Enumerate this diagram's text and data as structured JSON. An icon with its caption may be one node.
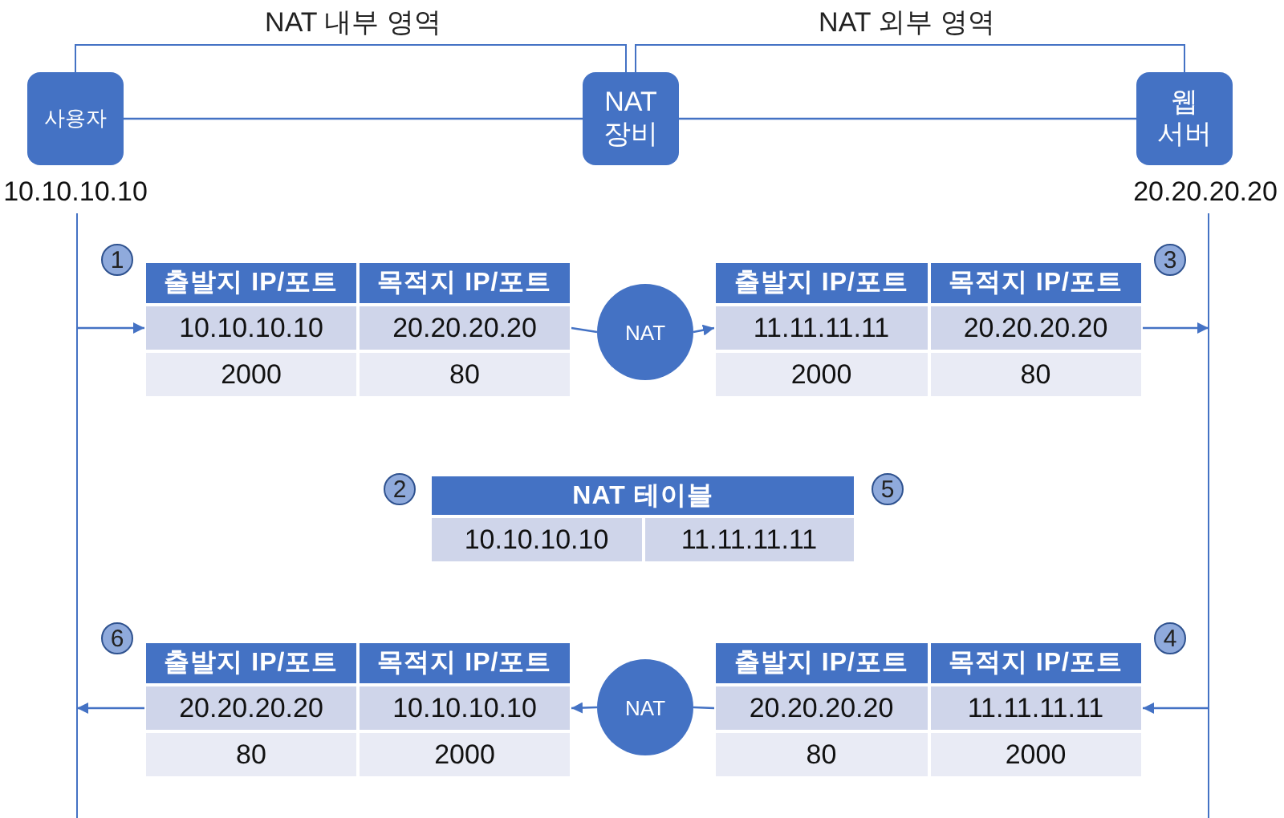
{
  "diagram": {
    "nodes": [
      {
        "text": [
          "사용자"
        ],
        "beside": [
          "10.10.10.10"
        ]
      },
      {
        "text": [
          "NAT 장비"
        ]
      },
      {
        "text": [
          "웹 서버"
        ],
        "beside": [
          "20.20.20.20"
        ]
      },
      {
        "text": [
          "출발지 IP/포트",
          "목적지 IP/포트",
          "10.10.10.10",
          "20.20.20.20",
          "2000",
          "80"
        ],
        "beside": [
          "1"
        ]
      },
      {
        "text": [
          "NAT"
        ]
      },
      {
        "text": [
          "출발지 IP/포트",
          "목적지 IP/포트",
          "11.11.11.11",
          "20.20.20.20",
          "2000",
          "80"
        ],
        "beside": [
          "3"
        ]
      },
      {
        "text": [
          "NAT 테이블",
          "10.10.10.10",
          "11.11.11.11"
        ],
        "beside": [
          "2",
          "5"
        ]
      },
      {
        "text": [
          "출발지 IP/포트",
          "목적지 IP/포트",
          "20.20.20.20",
          "10.10.10.10",
          "80",
          "2000"
        ],
        "beside": [
          "6"
        ]
      },
      {
        "text": [
          "NAT"
        ]
      },
      {
        "text": [
          "출발지 IP/포트",
          "목적지 IP/포트",
          "20.20.20.20",
          "11.11.11.11",
          "80",
          "2000"
        ],
        "beside": [
          "4"
        ]
      }
    ],
    "edges": [
      {
        "from": 0,
        "to": 1,
        "arrow": "none"
      },
      {
        "from": 1,
        "to": 2,
        "arrow": "none"
      },
      {
        "from": null,
        "to": 3,
        "arrow": "to"
      },
      {
        "from": 3,
        "to": 4,
        "arrow": "none"
      },
      {
        "from": 4,
        "to": 5,
        "arrow": "to"
      },
      {
        "from": 5,
        "to": null,
        "arrow": "to"
      },
      {
        "from": null,
        "to": 9,
        "arrow": "to"
      },
      {
        "from": 9,
        "to": 8,
        "arrow": "none"
      },
      {
        "from": 8,
        "to": 7,
        "arrow": "to"
      },
      {
        "from": 7,
        "to": null,
        "arrow": "to"
      }
    ],
    "labels": [
      "NAT 내부 영역",
      "NAT 외부 영역"
    ]
  }
}
